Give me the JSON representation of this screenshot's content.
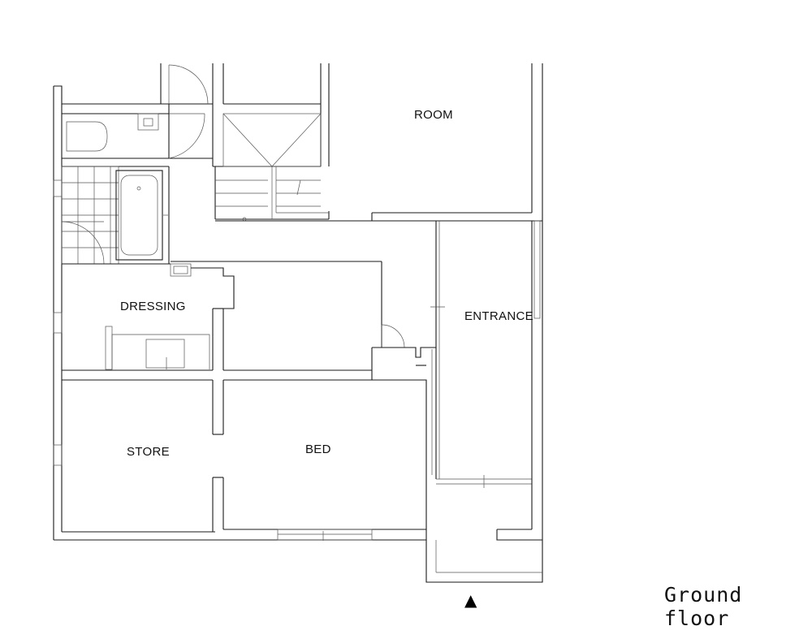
{
  "rooms": {
    "room": "ROOM",
    "dressing": "DRESSING",
    "entrance": "ENTRANCE",
    "store": "STORE",
    "bed": "BED"
  },
  "caption": "Ground floor",
  "entry_marker": "▲"
}
